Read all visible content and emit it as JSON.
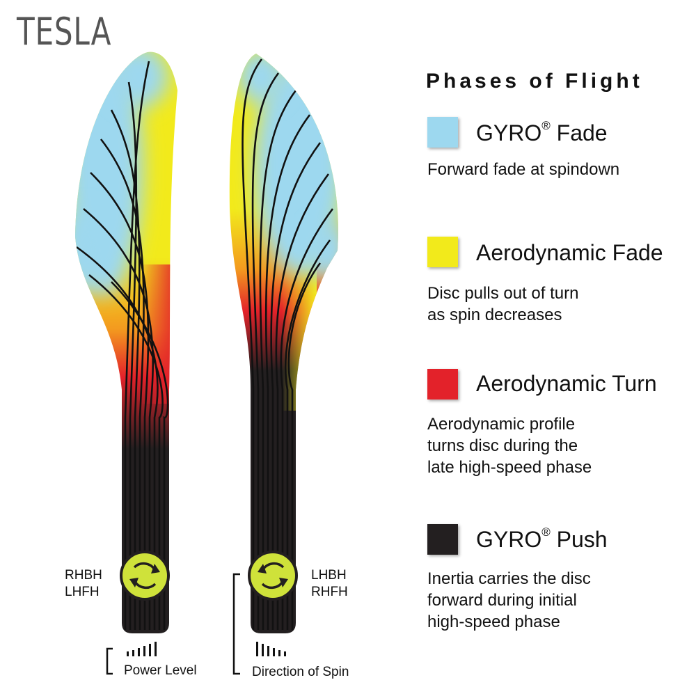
{
  "brand": "TESLA",
  "heading": "Phases of Flight",
  "legend": [
    {
      "name": "GYRO",
      "registered": "®",
      "suffix": " Fade",
      "description": "Forward fade at spindown",
      "color": "#9dd8ef"
    },
    {
      "name": "Aerodynamic Fade",
      "registered": "",
      "suffix": "",
      "description": "Disc pulls out of turn\nas spin decreases",
      "color": "#f2ea1b"
    },
    {
      "name": "Aerodynamic Turn",
      "registered": "",
      "suffix": "",
      "description": "Aerodynamic profile\nturns disc during the\nlate high-speed phase",
      "color": "#e3222a"
    },
    {
      "name": "GYRO",
      "registered": "®",
      "suffix": " Push",
      "description": "Inertia carries the disc\nforward during initial\nhigh-speed phase",
      "color": "#231f20"
    }
  ],
  "left_throw": {
    "label": "RHBH\nLHFH",
    "spin_icon": "clockwise-arrows-icon"
  },
  "right_throw": {
    "label": "LHBH\nRHFH",
    "spin_icon": "counterclockwise-arrows-icon"
  },
  "axis_labels": {
    "power": "Power Level",
    "spin": "Direction of Spin"
  },
  "colors": {
    "gyro_fade": "#9dd8ef",
    "aero_fade": "#f2ea1b",
    "orange": "#f39a1f",
    "aero_turn": "#e3222a",
    "gyro_push": "#231f20",
    "disc_icon": "#cfe23a",
    "brand": "#555555"
  }
}
